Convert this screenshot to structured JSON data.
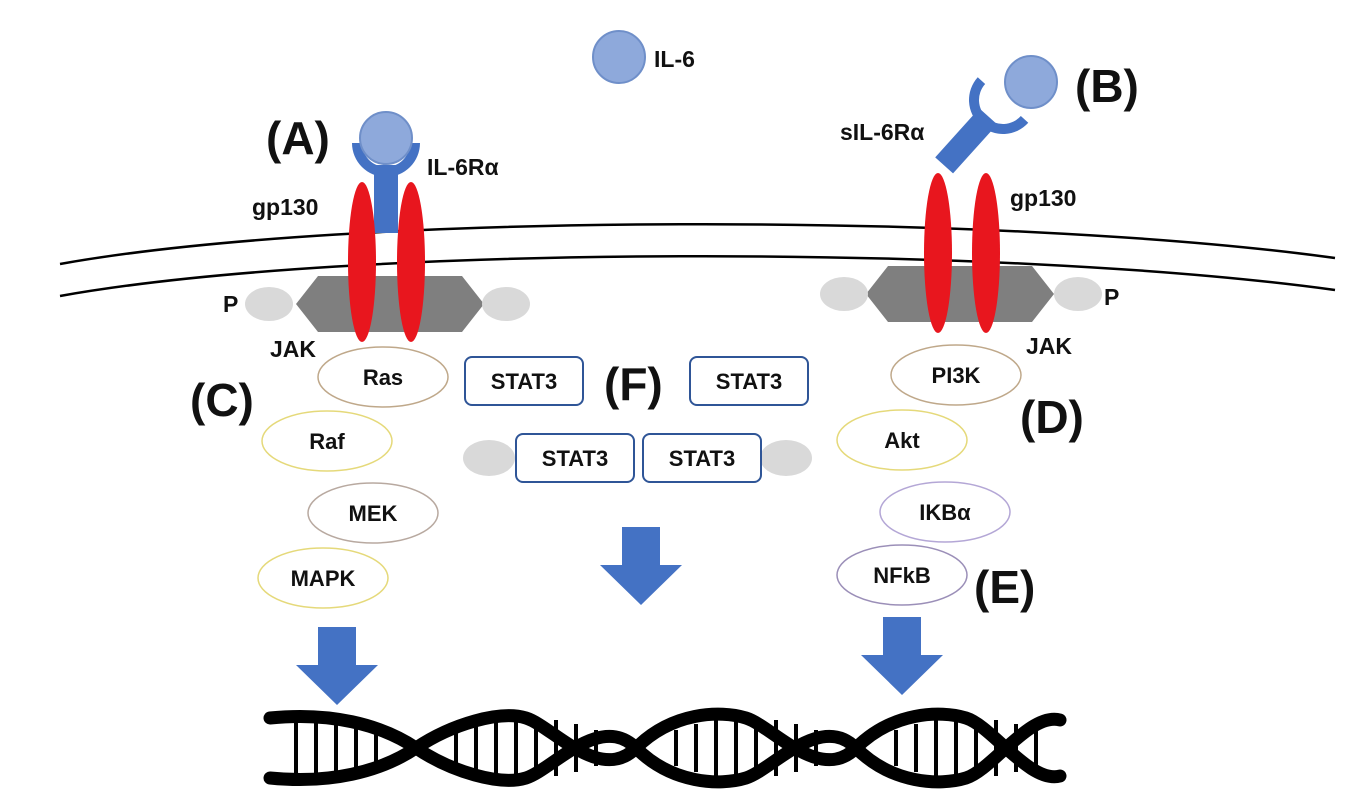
{
  "ligand": {
    "label": "IL-6"
  },
  "left_receptor": {
    "panel_label": "(A)",
    "receptor_label": "IL-6Rα",
    "gp130_label": "gp130",
    "jak_label": "JAK",
    "phospho_label": "P"
  },
  "right_receptor": {
    "panel_label": "(B)",
    "soluble_receptor_label": "sIL-6Rα",
    "gp130_label": "gp130",
    "jak_label": "JAK",
    "phospho_label": "P"
  },
  "mapk_pathway": {
    "panel_label": "(C)",
    "nodes": [
      "Ras",
      "Raf",
      "MEK",
      "MAPK"
    ]
  },
  "stat3_pathway": {
    "panel_label": "(F)",
    "monomers": [
      "STAT3",
      "STAT3"
    ],
    "dimer": [
      "STAT3",
      "STAT3"
    ]
  },
  "pi3k_pathway": {
    "panel_label": "(D)",
    "nodes": [
      "PI3K",
      "Akt",
      "IKBα"
    ]
  },
  "nfkb": {
    "panel_label": "(E)",
    "node": "NFkB"
  },
  "colors": {
    "ligand_blue": "#8EA9DB",
    "receptor_blue": "#4472C4",
    "gp130_red": "#E8161E",
    "jak_gray": "#7F7F7F",
    "phospho_gray": "#D9D9D9",
    "arrow_blue": "#4472C4",
    "stat3_border": "#2F5597",
    "dna_black": "#000000"
  }
}
